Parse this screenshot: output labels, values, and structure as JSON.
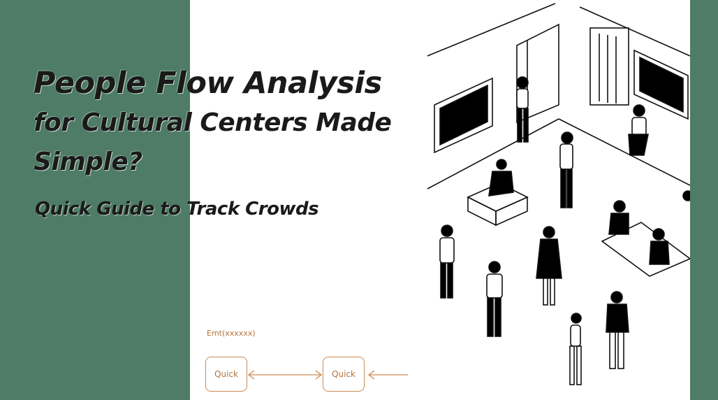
{
  "headline": {
    "line1": "People Flow Analysis",
    "line2": "for Cultural Centers Made Simple?"
  },
  "subtitle": "Quick Guide to Track Crowds",
  "sketch": {
    "label": "Emt(xxxxxx)",
    "box1": "Quick",
    "box2": "Quick"
  },
  "colors": {
    "panel_green": "#4e7c66",
    "headline_text": "#1a1a1a",
    "sketch_orange": "#b5733b"
  }
}
